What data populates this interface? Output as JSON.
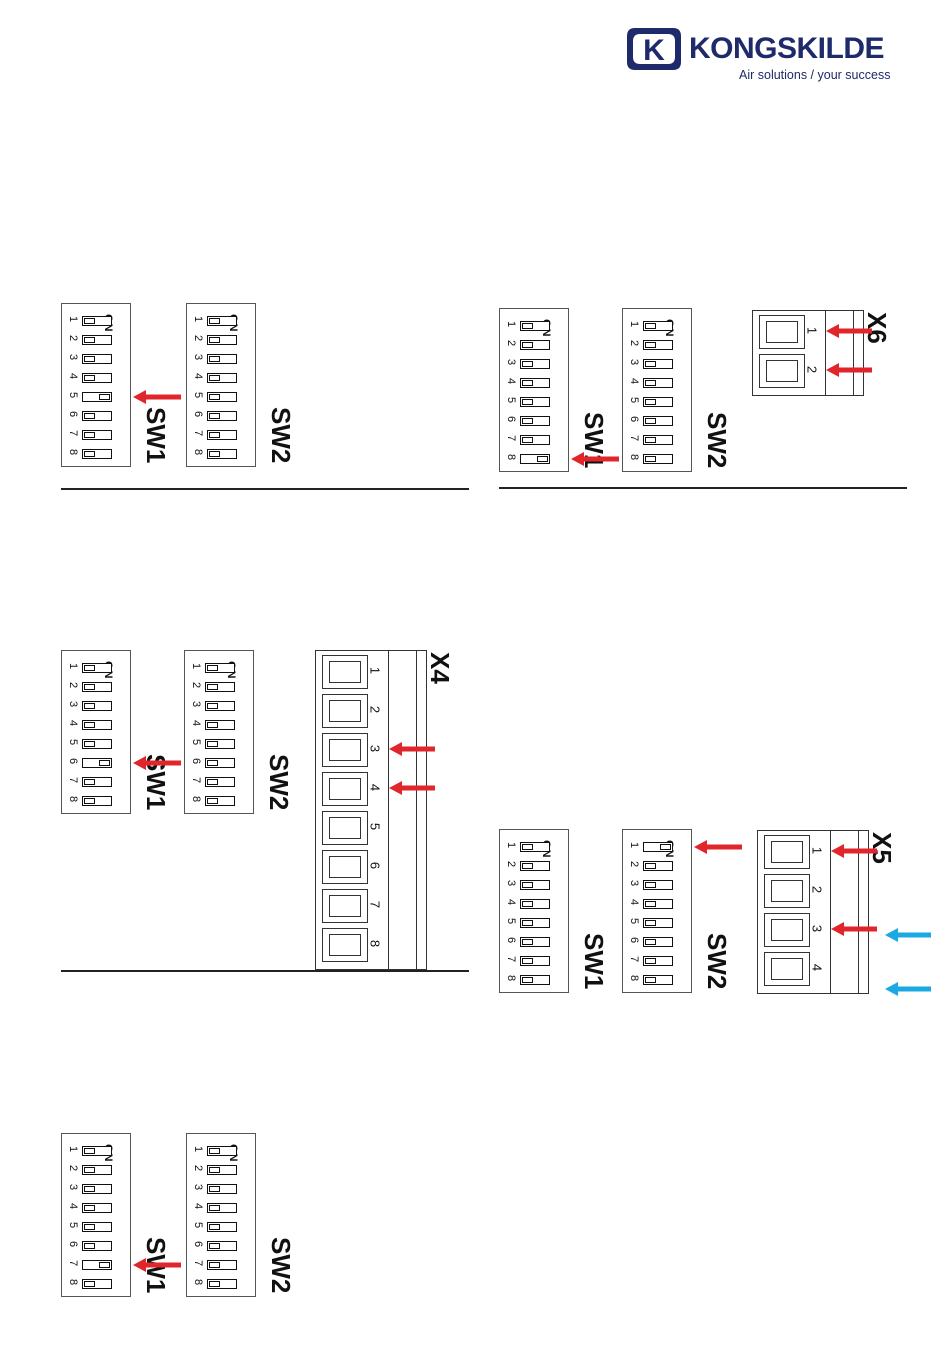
{
  "brand": {
    "name": "KONGSKILDE",
    "tagline": "Air solutions / your success",
    "mark": "K",
    "color": "#1f2a6b"
  },
  "colors": {
    "red_arrow": "#e1262b",
    "blue_arrow": "#1aa9e1"
  },
  "labels": {
    "on": "ON",
    "sw1": "SW1",
    "sw2": "SW2",
    "x4": "X4",
    "x5": "X5",
    "x6": "X6"
  },
  "switch_numbers": [
    "1",
    "2",
    "3",
    "4",
    "5",
    "6",
    "7",
    "8"
  ],
  "terminal_numbers": [
    "1",
    "2",
    "3",
    "4",
    "5",
    "6",
    "7",
    "8"
  ],
  "diagrams": [
    {
      "id": "d1",
      "sw1_on": [
        5
      ],
      "sw2_on": [],
      "sw1_arrow": 5
    },
    {
      "id": "d2",
      "sw1_on": [
        8
      ],
      "sw2_on": [],
      "sw1_arrow": 8,
      "terminal": "X6",
      "terminal_count": 2,
      "terminal_arrows_red": [
        1,
        2
      ]
    },
    {
      "id": "d3",
      "sw1_on": [
        6
      ],
      "sw2_on": [],
      "sw1_arrow": 6,
      "terminal": "X4",
      "terminal_count": 8,
      "terminal_arrows_red": [
        3,
        4
      ]
    },
    {
      "id": "d4",
      "sw1_on": [],
      "sw2_on": [
        1
      ],
      "sw2_arrow": 1,
      "terminal": "X5",
      "terminal_count": 4,
      "terminal_arrows_red": [
        1,
        3
      ],
      "terminal_arrows_blue": [
        3,
        4
      ]
    },
    {
      "id": "d5",
      "sw1_on": [
        7
      ],
      "sw2_on": [],
      "sw1_arrow": 7
    }
  ]
}
